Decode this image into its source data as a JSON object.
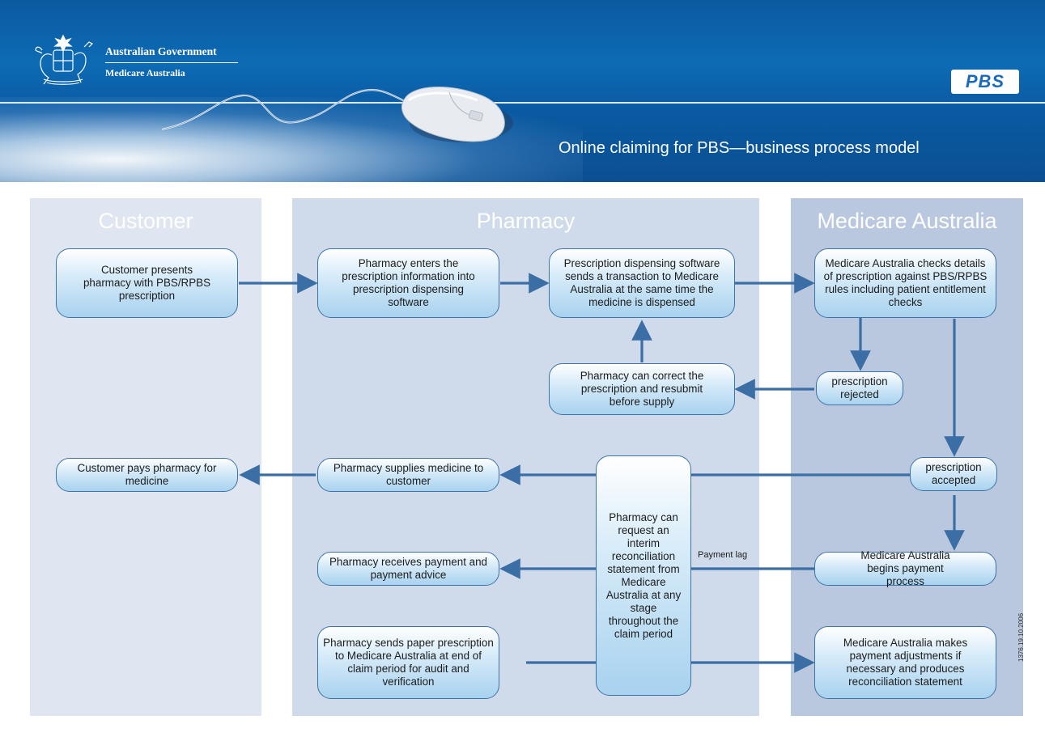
{
  "header": {
    "gov_line1": "Australian Government",
    "gov_line2": "Medicare Australia",
    "pbs_logo": "PBS",
    "title": "Online claiming for PBS—business process model"
  },
  "lanes": {
    "customer": "Customer",
    "pharmacy": "Pharmacy",
    "medicare": "Medicare Australia"
  },
  "nodes": {
    "customer_presents": "Customer presents pharmacy with PBS/RPBS prescription",
    "pharmacy_enters": "Pharmacy enters the prescription information into prescription dispensing software",
    "software_sends": "Prescription dispensing software sends a transaction to Medicare Australia at the same time the medicine is dispensed",
    "medicare_checks": "Medicare Australia checks details of prescription against PBS/RPBS rules including patient entitlement checks",
    "pharmacy_correct": "Pharmacy can correct the prescription and resubmit before supply",
    "prescription_rejected": "prescription rejected",
    "customer_pays": "Customer pays pharmacy for medicine",
    "pharmacy_supplies": "Pharmacy supplies medicine to customer",
    "interim_reconciliation": "Pharmacy can request an interim reconciliation statement from Medicare Australia at any stage throughout the claim period",
    "prescription_accepted": "prescription accepted",
    "pharmacy_receives_payment": "Pharmacy receives payment and payment advice",
    "medicare_begins_payment": "Medicare Australia begins payment process",
    "pharmacy_sends_paper": "Pharmacy sends paper prescription to Medicare Australia at end of claim period for audit and verification",
    "medicare_adjustments": "Medicare Australia makes payment adjustments if necessary and produces reconciliation statement"
  },
  "labels": {
    "payment_lag": "Payment lag",
    "doc_code": "1376.19.10.2006"
  },
  "colors": {
    "header_blue": "#0b5aa0",
    "lane_customer": "#dfe6f1",
    "lane_pharmacy": "#cfdbeb",
    "lane_medicare": "#b9c8de",
    "arrow": "#3a6ea5"
  }
}
